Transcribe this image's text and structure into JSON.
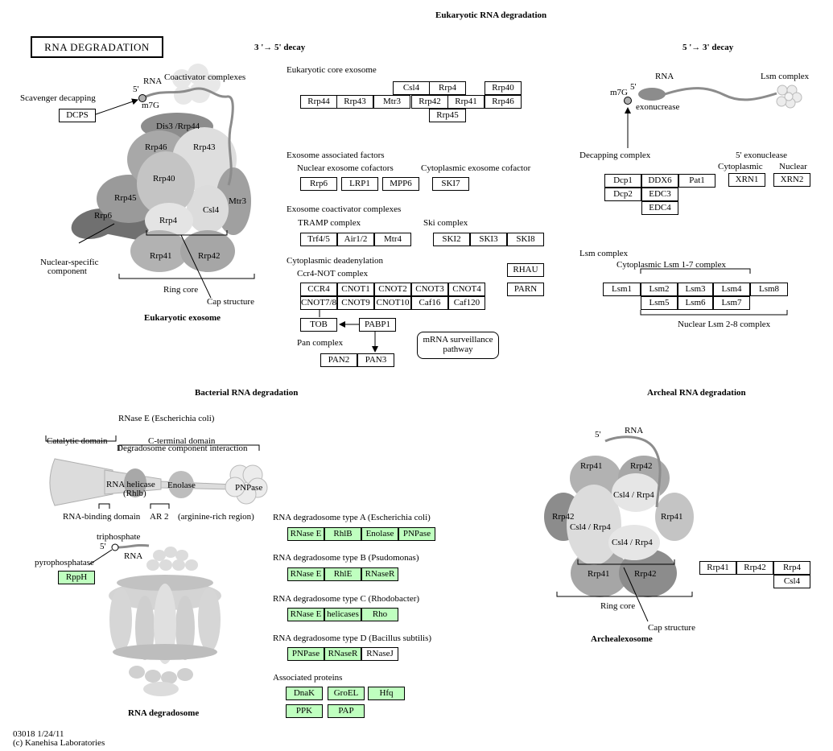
{
  "title": "RNA DEGRADATION",
  "sections": {
    "eukaryotic": "Eukaryotic RNA degradation",
    "decay35": "3 '→ 5' decay",
    "decay53": "5 '→ 3' decay",
    "bacterial": "Bacterial RNA degradation",
    "archeal": "Archeal RNA degradation"
  },
  "exosome_fig": {
    "scavenger": "Scavenger decapping",
    "rna": "RNA",
    "five": "5'",
    "m7g": "m7G",
    "coactivator": "Coactivator complexes",
    "dis3": "Dis3 /Rrp44",
    "rrp46": "Rrp46",
    "rrp43": "Rrp43",
    "rrp40": "Rrp40",
    "rrp45": "Rrp45",
    "mtr3": "Mtr3",
    "csl4": "Csl4",
    "rrp6": "Rrp6",
    "rrp4": "Rrp4",
    "rrp41": "Rrp41",
    "rrp42": "Rrp42",
    "nuclear_specific_1": "Nuclear-specific",
    "nuclear_specific_2": "component",
    "ring_core": "Ring core",
    "cap_structure": "Cap structure",
    "caption": "Eukaryotic exosome"
  },
  "middle": {
    "core_exosome": "Eukaryotic core exosome",
    "assoc_factors": "Exosome associated factors",
    "nuclear_cofactors": "Nuclear exosome cofactors",
    "cyto_cofactor": "Cytoplasmic exosome cofactor",
    "coactivator": "Exosome coactivator complexes",
    "tramp": "TRAMP complex",
    "ski": "Ski complex",
    "cyto_dead": "Cytoplasmic deadenylation",
    "ccr4_not": "Ccr4-NOT complex",
    "pan": "Pan complex",
    "mrna_surv_1": "mRNA surveillance",
    "mrna_surv_2": "pathway"
  },
  "right": {
    "rna": "RNA",
    "lsm_complex": "Lsm complex",
    "m7g": "m7G",
    "five": "5'",
    "exonuclease": "exonucrease",
    "decapping": "Decapping complex",
    "five_exo": "5' exonuclease",
    "cytoplasmic": "Cytoplasmic",
    "nuclear": "Nuclear",
    "lsm_label": "Lsm complex",
    "cyto_lsm": "Cytoplasmic Lsm 1-7 complex",
    "nuclear_lsm": "Nuclear Lsm 2-8 complex"
  },
  "bacterial_fig": {
    "rnase_e": "RNase E (Escherichia coli)",
    "catalytic": "Catalytic domain",
    "cterm": "C-terminal domain",
    "degradosome_int": "Degradosome component interaction",
    "rna_helicase": "RNA helicase",
    "rhlb": "(Rhlb)",
    "enolase": "Enolase",
    "pnpase": "PNPase",
    "rbd": "RNA-binding domain",
    "ar2": "AR 2",
    "arg_rich": "(arginine-rich region)",
    "triphosphate": "triphosphate",
    "five": "5'",
    "rna": "RNA",
    "pyrophosphatase": "pyrophosphatase",
    "caption": "RNA degradosome"
  },
  "degradosome_types": {
    "a": "RNA degradosome type A (Escherichia coli)",
    "b": "RNA degradosome type B (Psudomonas)",
    "c": "RNA degradosome type C (Rhodobacter)",
    "d": "RNA degradosome type D (Bacillus subtilis)",
    "assoc": "Associated proteins"
  },
  "archeal_fig": {
    "five": "5'",
    "rna": "RNA",
    "rrp41a": "Rrp41",
    "rrp42a": "Rrp42",
    "csl4rrp4a": "Csl4 / Rrp4",
    "rrp42b": "Rrp42",
    "csl4rrp4b": "Csl4 / Rrp4",
    "rrp41b": "Rrp41",
    "csl4rrp4c": "Csl4 / Rrp4",
    "rrp41c": "Rrp41",
    "rrp42c": "Rrp42",
    "ring_core": "Ring core",
    "cap_structure": "Cap structure",
    "caption": "Archealexosome"
  },
  "genes": {
    "dcps": "DCPS",
    "csl4": "Csl4",
    "rrp4": "Rrp4",
    "rrp40": "Rrp40",
    "rrp44": "Rrp44",
    "rrp43": "Rrp43",
    "mtr3": "Mtr3",
    "rrp42": "Rrp42",
    "rrp41": "Rrp41",
    "rrp46": "Rrp46",
    "rrp45": "Rrp45",
    "rrp6": "Rrp6",
    "lrp1": "LRP1",
    "mpp6": "MPP6",
    "ski7": "SKI7",
    "trf45": "Trf4/5",
    "air12": "Air1/2",
    "mtr4": "Mtr4",
    "ski2": "SKI2",
    "ski3": "SKI3",
    "ski8": "SKI8",
    "rhau": "RHAU",
    "parn": "PARN",
    "ccr4": "CCR4",
    "cnot1": "CNOT1",
    "cnot2": "CNOT2",
    "cnot3": "CNOT3",
    "cnot4": "CNOT4",
    "cnot78": "CNOT7/8",
    "cnot9": "CNOT9",
    "cnot10": "CNOT10",
    "caf16": "Caf16",
    "caf120": "Caf120",
    "tob": "TOB",
    "pabp1": "PABP1",
    "pan2": "PAN2",
    "pan3": "PAN3",
    "dcp1": "Dcp1",
    "ddx6": "DDX6",
    "pat1": "Pat1",
    "dcp2": "Dcp2",
    "edc3": "EDC3",
    "edc4": "EDC4",
    "xrn1": "XRN1",
    "xrn2": "XRN2",
    "lsm1": "Lsm1",
    "lsm2": "Lsm2",
    "lsm3": "Lsm3",
    "lsm4": "Lsm4",
    "lsm8": "Lsm8",
    "lsm5": "Lsm5",
    "lsm6": "Lsm6",
    "lsm7": "Lsm7",
    "rpph": "RppH",
    "a_rnasee": "RNase E",
    "a_rhlb": "RhlB",
    "a_enolase": "Enolase",
    "a_pnpase": "PNPase",
    "b_rnasee": "RNase E",
    "b_rhle": "RhlE",
    "b_rnaser": "RNaseR",
    "c_rnasee": "RNase E",
    "c_helicases": "helicases",
    "c_rho": "Rho",
    "d_pnpase": "PNPase",
    "d_rnaser": "RNaseR",
    "d_rnasej": "RNaseJ",
    "dnak": "DnaK",
    "groel": "GroEL",
    "hfq": "Hfq",
    "ppk": "PPK",
    "pap": "PAP",
    "ar_rrp41": "Rrp41",
    "ar_rrp42": "Rrp42",
    "ar_rrp4": "Rrp4",
    "ar_csl4": "Csl4"
  },
  "footer": {
    "line1": "03018 1/24/11",
    "line2": "(c) Kanehisa Laboratories"
  },
  "colors": {
    "organism_gene_fill": "#bfffbf",
    "shape_gray": "#a8a8a8",
    "shape_light": "#dcdcdc",
    "shape_dark": "#8c8c8c"
  }
}
